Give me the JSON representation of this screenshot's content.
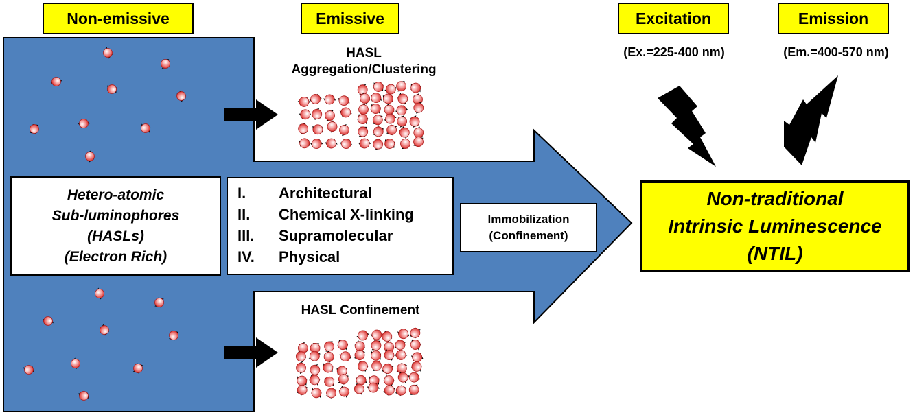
{
  "headers": {
    "non_emissive": "Non-emissive",
    "emissive": "Emissive",
    "excitation": "Excitation",
    "emission": "Emission"
  },
  "ranges": {
    "excitation": "(Ex.=225-400 nm)",
    "emission": "(Em.=400-570  nm)"
  },
  "aggregation": {
    "line1": "HASL",
    "line2": "Aggregation/Clustering"
  },
  "confinement": {
    "label": "HASL Confinement"
  },
  "hasl_box": {
    "line1": "Hetero-atomic",
    "line2": "Sub-luminophores",
    "line3": "(HASLs)",
    "line4": "(Electron Rich)"
  },
  "methods": [
    {
      "num": "I.",
      "label": "Architectural"
    },
    {
      "num": "II.",
      "label": "Chemical X-linking"
    },
    {
      "num": "III.",
      "label": "Supramolecular"
    },
    {
      "num": "IV.",
      "label": "Physical"
    }
  ],
  "immobilization": {
    "line1": "Immobilization",
    "line2": "(Confinement)"
  },
  "ntil": {
    "line1": "Non-traditional",
    "line2": "Intrinsic Luminescence",
    "line3": "(NTIL)"
  },
  "colors": {
    "arrow_blue": "#4f81bd",
    "tag_yellow": "#ffff00",
    "sphere_pink": "#f4a0a0",
    "sphere_red": "#e0302e",
    "outline": "#000000"
  }
}
